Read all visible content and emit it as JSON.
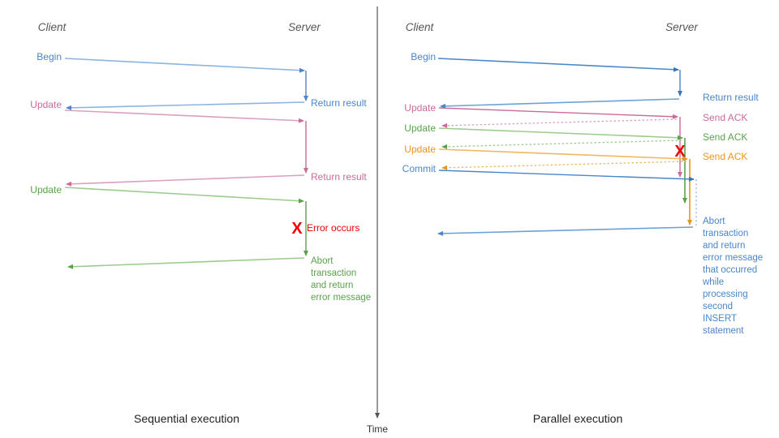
{
  "colors": {
    "blue": "#4a86c8",
    "blue_dark": "#3b74b8",
    "blue_light": "#8bb5e0",
    "pink": "#cc6a99",
    "pink_light": "#d9a0c0",
    "green": "#5aa34a",
    "green_light": "#9ccb8e",
    "orange": "#e8951f",
    "orange_light": "#f0b860",
    "red": "#ee0000",
    "axis": "#555555",
    "text": "#222222"
  },
  "panels": [
    {
      "id": "sequential",
      "caption": "Sequential execution",
      "client_label": "Client",
      "server_label": "Server",
      "client_messages": [
        {
          "label": "Begin",
          "color": "blue"
        },
        {
          "label": "Update",
          "color": "pink"
        },
        {
          "label": "Update",
          "color": "green"
        }
      ],
      "server_messages": [
        {
          "label": "Return result",
          "color": "blue"
        },
        {
          "label": "Return result",
          "color": "pink"
        }
      ],
      "error": {
        "marker": "X",
        "label": "Error occurs",
        "color": "red"
      },
      "abort_note": {
        "color": "green",
        "lines": [
          "Abort",
          "transaction",
          "and return",
          "error message"
        ]
      }
    },
    {
      "id": "parallel",
      "caption": "Parallel execution",
      "client_label": "Client",
      "server_label": "Server",
      "client_messages": [
        {
          "label": "Begin",
          "color": "blue"
        },
        {
          "label": "Update",
          "color": "pink"
        },
        {
          "label": "Update",
          "color": "green"
        },
        {
          "label": "Update",
          "color": "orange"
        },
        {
          "label": "Commit",
          "color": "blue"
        }
      ],
      "server_messages": [
        {
          "label": "Return result",
          "color": "blue"
        },
        {
          "label": "Send ACK",
          "color": "pink"
        },
        {
          "label": "Send ACK",
          "color": "green"
        },
        {
          "label": "Send ACK",
          "color": "orange"
        }
      ],
      "error": {
        "marker": "X",
        "color": "red"
      },
      "abort_note": {
        "color": "blue",
        "lines": [
          "Abort",
          "transaction",
          "and return",
          "error message",
          "that occurred",
          "while",
          "processing",
          "second",
          "INSERT",
          "statement"
        ]
      }
    }
  ],
  "time_axis": {
    "label": "Time"
  }
}
